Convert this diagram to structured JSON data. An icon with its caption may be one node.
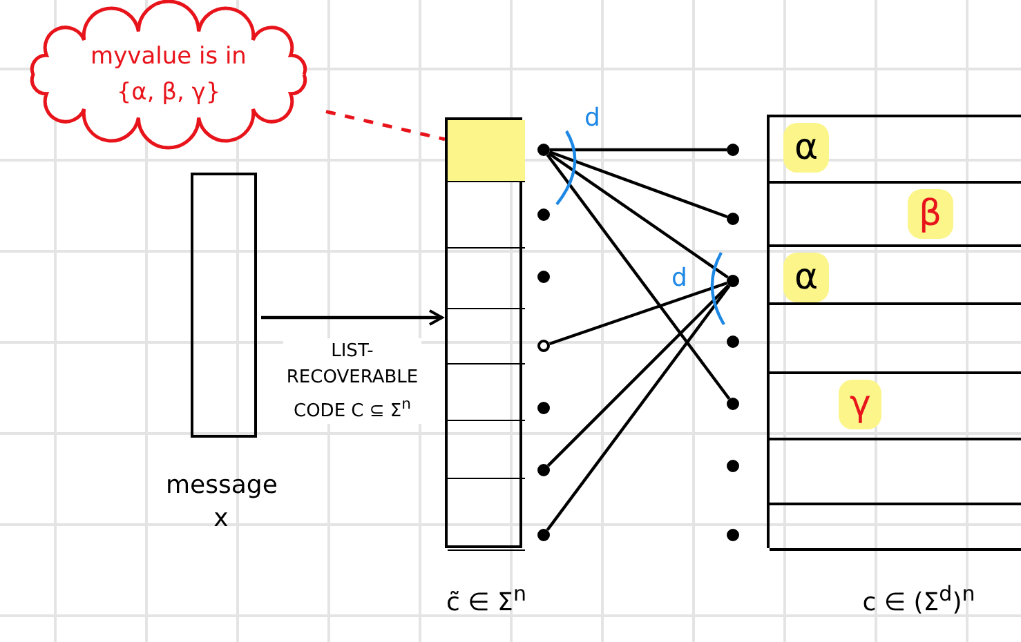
{
  "diagram": {
    "nodes": [
      {
        "text": [
          "myvalue is in {α, β, γ}"
        ]
      },
      {
        "text": [],
        "shape": "box",
        "beside": [
          "message x"
        ]
      },
      {
        "text": [],
        "shape": "box",
        "beside": [
          "c̃ ∈ Σ$^{n}$"
        ]
      },
      {
        "text": [],
        "shape": "box",
        "in": 2
      },
      {
        "text": [],
        "shape": "box",
        "in": 2
      },
      {
        "text": [],
        "shape": "box",
        "in": 2
      },
      {
        "text": [],
        "shape": "box",
        "in": 2
      },
      {
        "text": [],
        "shape": "box",
        "in": 2
      },
      {
        "text": [],
        "shape": "box",
        "in": 2
      },
      {
        "text": [],
        "shape": "box",
        "in": 2
      },
      {
        "text": [],
        "shape": "circle"
      },
      {
        "text": [],
        "shape": "circle"
      },
      {
        "text": [],
        "shape": "circle"
      },
      {
        "text": [],
        "shape": "circle"
      },
      {
        "text": [],
        "shape": "circle"
      },
      {
        "text": [],
        "shape": "circle"
      },
      {
        "text": [],
        "shape": "circle"
      },
      {
        "text": [],
        "shape": "circle"
      },
      {
        "text": [],
        "shape": "circle"
      },
      {
        "text": [],
        "shape": "circle"
      },
      {
        "text": [],
        "shape": "circle"
      },
      {
        "text": [],
        "shape": "circle"
      },
      {
        "text": [],
        "shape": "circle"
      },
      {
        "text": [],
        "shape": "circle"
      },
      {
        "text": [],
        "shape": "box",
        "beside": [
          "c ∈ (Σ$^{d}$)$^{n}$"
        ]
      },
      {
        "text": [
          "α"
        ],
        "in": 24
      },
      {
        "text": [
          "β"
        ],
        "in": 24
      },
      {
        "text": [
          "α"
        ],
        "in": 24
      },
      {
        "text": [],
        "shape": "box",
        "in": 24
      },
      {
        "text": [
          "γ"
        ],
        "in": 24
      },
      {
        "text": [],
        "shape": "box",
        "in": 24
      },
      {
        "text": [],
        "shape": "box",
        "in": 24
      }
    ],
    "edges": [
      {
        "from": 0,
        "to": 3,
        "arrow": "none",
        "style": "dashed",
        "color": "#e8141b"
      },
      {
        "from": 1,
        "to": 2,
        "arrow": "to",
        "label": "LIST- RECOVERABLE CODE C ⊆ Σ$^{n}$"
      },
      {
        "from": 10,
        "to": 17,
        "arrow": "none"
      },
      {
        "from": 10,
        "to": 18,
        "arrow": "none"
      },
      {
        "from": 10,
        "to": 19,
        "arrow": "none"
      },
      {
        "from": 10,
        "to": 21,
        "arrow": "none"
      },
      {
        "from": 13,
        "to": 19,
        "arrow": "none"
      },
      {
        "from": 15,
        "to": 19,
        "arrow": "none"
      },
      {
        "from": 16,
        "to": 19,
        "arrow": "none"
      }
    ],
    "labels": [
      "d",
      "d"
    ]
  }
}
